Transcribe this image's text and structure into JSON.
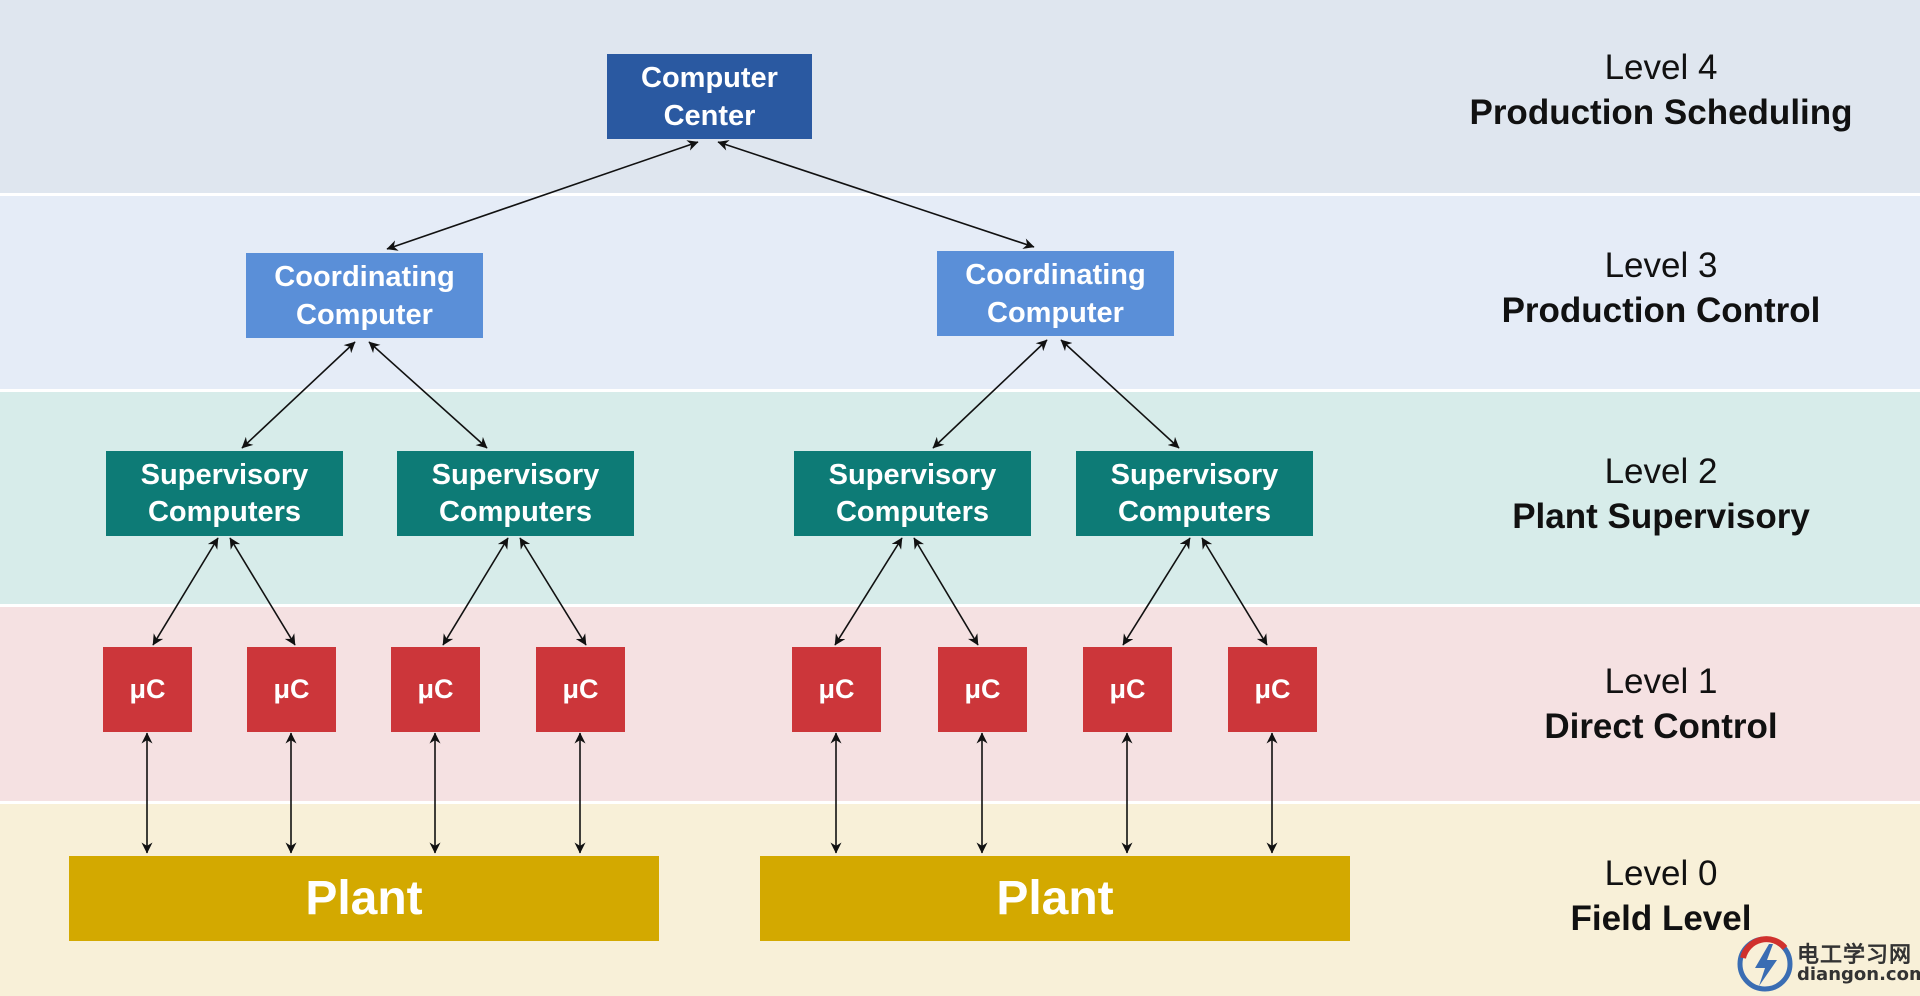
{
  "levels": [
    {
      "num": "Level 4",
      "name": "Production Scheduling"
    },
    {
      "num": "Level 3",
      "name": "Production Control"
    },
    {
      "num": "Level 2",
      "name": "Plant Supervisory"
    },
    {
      "num": "Level 1",
      "name": "Direct Control"
    },
    {
      "num": "Level 0",
      "name": "Field Level"
    }
  ],
  "nodes": {
    "computer_center": [
      "Computer",
      "Center"
    ],
    "coordinating": [
      "Coordinating",
      "Computer"
    ],
    "supervisory": [
      "Supervisory",
      "Computers"
    ],
    "microcontroller": "μC",
    "plant": "Plant"
  },
  "watermark": {
    "cn": "电工学习网",
    "en": "diangon.com"
  },
  "colors": {
    "level4_bg": "#dfe6ef",
    "level3_bg": "#e5ecf7",
    "level2_bg": "#d7ecea",
    "level1_bg": "#f5e1e2",
    "level0_bg": "#f8f0d8",
    "computer_center": "#2a59a1",
    "coordinating": "#5a8fd8",
    "supervisory": "#0d7b76",
    "microcontroller": "#cc363a",
    "plant": "#d3a900"
  }
}
